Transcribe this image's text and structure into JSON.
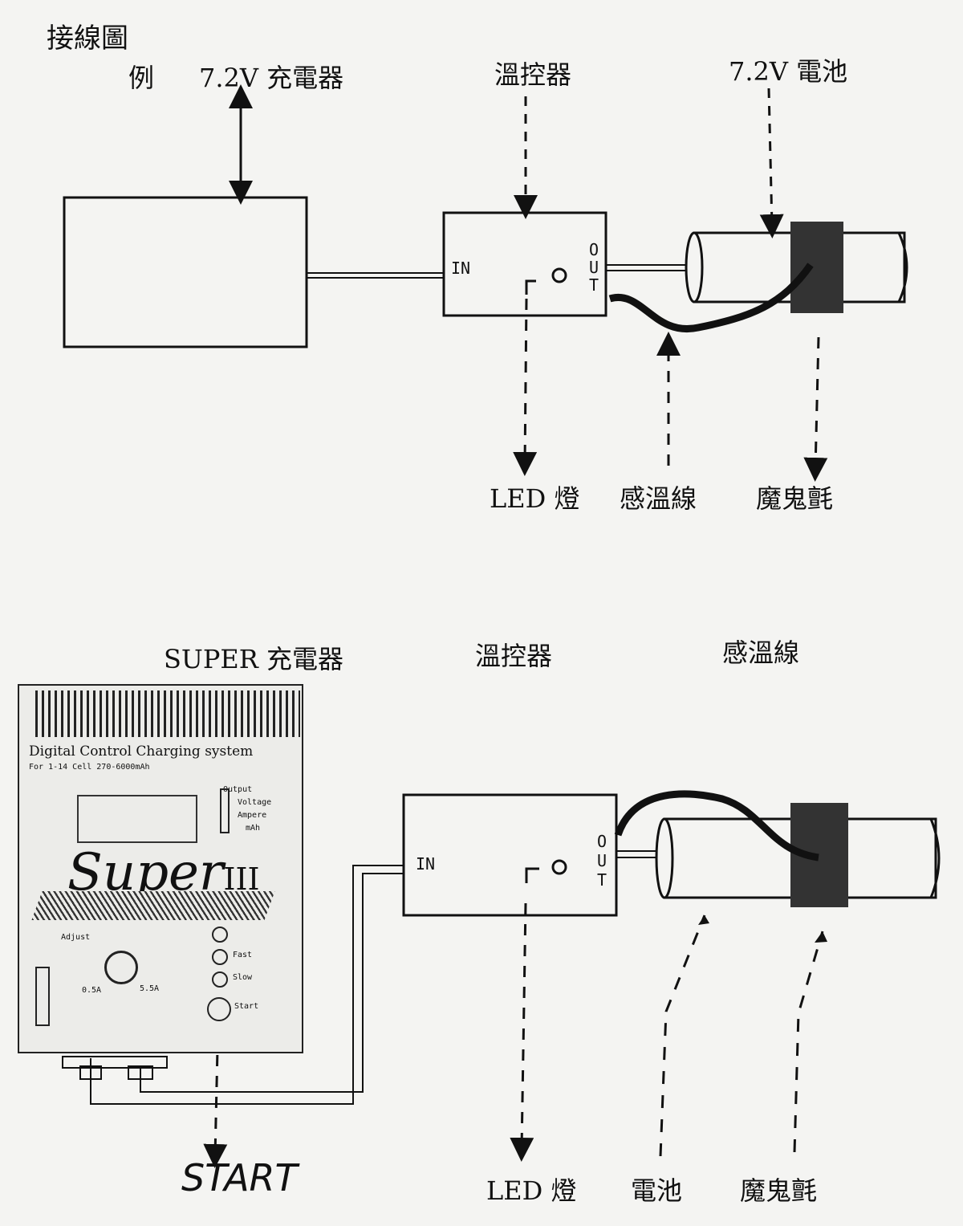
{
  "heading": "接線圖",
  "example": {
    "prefix": "例",
    "charger_label": "7.2V 充電器",
    "controller_label": "溫控器",
    "battery_label": "7.2V 電池",
    "controller_in": "IN",
    "controller_out": "OUT",
    "led_label": "LED 燈",
    "sensor_label": "感溫線",
    "tape_label": "魔鬼氈"
  },
  "super": {
    "charger_label": "SUPER 充電器",
    "controller_label": "溫控器",
    "sensor_label": "感溫線",
    "controller_in": "IN",
    "controller_out": "OUT",
    "start_label": "START",
    "led_label": "LED 燈",
    "battery_label": "電池",
    "tape_label": "魔鬼氈",
    "panel": {
      "title": "Digital Control Charging system",
      "subtitle": "For 1-14 Cell 270-6000mAh",
      "brand": "Super",
      "model_mark": "III",
      "output_label": "Output",
      "voltage": "Voltage",
      "ampere": "Ampere",
      "mah": "mAh",
      "adjust": "Adjust",
      "fast": "Fast",
      "slow": "Slow",
      "start": "Start",
      "current_low": "0.5A",
      "current_high": "5.5A"
    }
  }
}
